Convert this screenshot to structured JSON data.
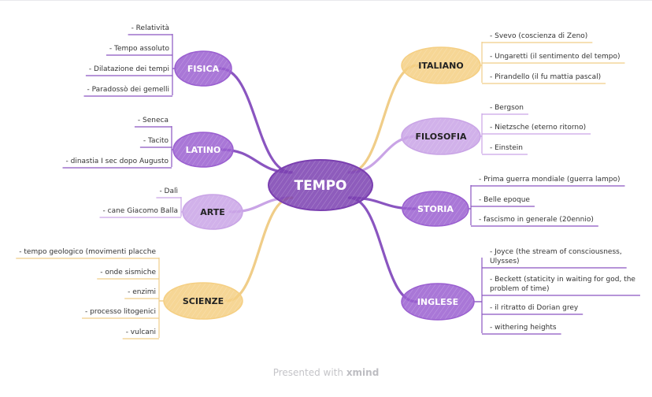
{
  "central": {
    "label": "TEMPO"
  },
  "colors": {
    "central": "#7a3fb0",
    "purple_strong": "#9a5fd0",
    "purple_light": "#c9a4e6",
    "yellow": "#f5cf83",
    "line_purple": "#8a55c0",
    "line_yellow": "#f0cd88",
    "text": "#333333"
  },
  "branches": {
    "fisica": {
      "label": "FISICA",
      "items": [
        "- Relatività",
        "- Tempo assoluto",
        "- Dilatazione dei tempi",
        "- Paradossò dei gemelli"
      ]
    },
    "latino": {
      "label": "LATINO",
      "items": [
        "- Seneca",
        "- Tacito",
        "- dinastia I sec dopo Augusto"
      ]
    },
    "arte": {
      "label": "ARTE",
      "items": [
        "- Dalì",
        "- cane Giacomo Balla"
      ]
    },
    "scienze": {
      "label": "SCIENZE",
      "items": [
        "- tempo geologico (movimenti placche",
        "- onde sismiche",
        "- enzimi",
        "- processo litogenici",
        "- vulcani"
      ]
    },
    "italiano": {
      "label": "ITALIANO",
      "items": [
        "- Svevo (coscienza di Zeno)",
        "- Ungaretti (il sentimento del tempo)",
        "- Pirandello (il fu mattia pascal)"
      ]
    },
    "filosofia": {
      "label": "FILOSOFIA",
      "items": [
        "- Bergson",
        "- Nietzsche (eterno ritorno)",
        "- Einstein"
      ]
    },
    "storia": {
      "label": "STORIA",
      "items": [
        "- Prima guerra mondiale (guerra lampo)",
        "- Belle epoque",
        "- fascismo in generale (20ennio)"
      ]
    },
    "inglese": {
      "label": "INGLESE",
      "items": [
        [
          "- Joyce (the stream of consciousness,",
          "Ulysses)"
        ],
        [
          "- Beckett (staticity in waiting for god, the",
          "problem of time)"
        ],
        [
          "- il ritratto di Dorian grey"
        ],
        [
          "- withering heights"
        ]
      ]
    }
  },
  "footer": {
    "prefix": "Presented with",
    "brand": "xmind"
  }
}
